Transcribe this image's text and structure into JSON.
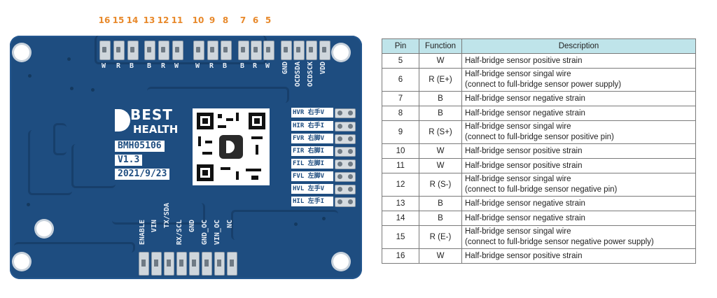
{
  "board": {
    "pin_numbers_top": [
      "16",
      "15",
      "14",
      "13",
      "12",
      "11",
      "10",
      "9",
      "8",
      "7",
      "6",
      "5"
    ],
    "pin_letters_top": [
      "W",
      "R",
      "B",
      "B",
      "R",
      "W",
      "W",
      "R",
      "B",
      "B",
      "R",
      "W"
    ],
    "right_header_labels": [
      "GND",
      "OCDSDA",
      "OCDSCK",
      "VDD"
    ],
    "logo_line1": "BEST",
    "logo_line2": "HEALTH",
    "model": "BMH05106",
    "version": "V1.3",
    "date": "2021/9/23",
    "side_labels": [
      "HVR 右手V",
      "HIR 右手I",
      "FVR 右脚V",
      "FIR 右脚I",
      "FIL 左脚I",
      "FVL 左脚V",
      "HVL 左手V",
      "HIL 左手I"
    ],
    "bottom_labels": [
      "ENABLE",
      "VIN",
      "TX/SDA",
      "RX/SCL",
      "GND",
      "GND_OC",
      "VIN_OC",
      "NC"
    ]
  },
  "table": {
    "headers": [
      "Pin",
      "Function",
      "Description"
    ],
    "rows": [
      {
        "pin": "5",
        "func": "W",
        "desc": "Half-bridge sensor positive strain"
      },
      {
        "pin": "6",
        "func": "R (E+)",
        "desc": "Half-bridge sensor singal wire\n(connect to full-bridge sensor power supply)"
      },
      {
        "pin": "7",
        "func": "B",
        "desc": "Half-bridge sensor negative strain"
      },
      {
        "pin": "8",
        "func": "B",
        "desc": "Half-bridge sensor negative strain"
      },
      {
        "pin": "9",
        "func": "R (S+)",
        "desc": "Half-bridge sensor singal wire\n(connect to full-bridge sensor positive pin)"
      },
      {
        "pin": "10",
        "func": "W",
        "desc": "Half-bridge sensor positive strain"
      },
      {
        "pin": "11",
        "func": "W",
        "desc": "Half-bridge sensor positive strain"
      },
      {
        "pin": "12",
        "func": "R (S-)",
        "desc": "Half-bridge sensor singal wire\n(connect to full-bridge sensor negative pin)"
      },
      {
        "pin": "13",
        "func": "B",
        "desc": "Half-bridge sensor negative strain"
      },
      {
        "pin": "14",
        "func": "B",
        "desc": "Half-bridge sensor negative strain"
      },
      {
        "pin": "15",
        "func": "R (E-)",
        "desc": "Half-bridge sensor singal wire\n(connect to full-bridge sensor negative power supply)"
      },
      {
        "pin": "16",
        "func": "W",
        "desc": "Half-bridge sensor positive strain"
      }
    ]
  },
  "colors": {
    "pcb": "#1e4d80",
    "pin_number": "#e8892b",
    "table_header": "#bfe4ea"
  }
}
